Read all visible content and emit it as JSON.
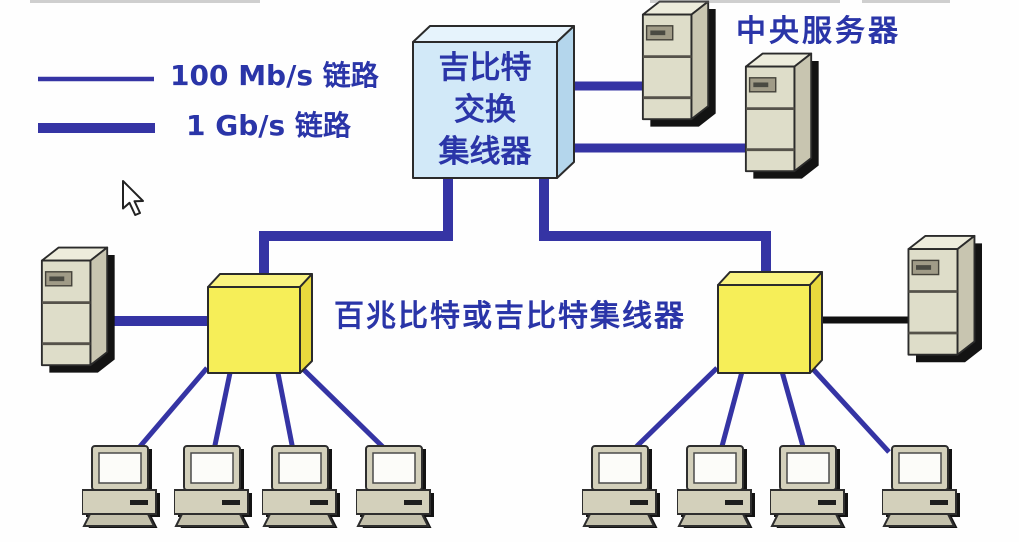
{
  "diagram": {
    "title_meaning": "Gigabit Ethernet campus topology",
    "legend": {
      "items": [
        {
          "label": "100 Mb/s 链路",
          "line_style": "thin"
        },
        {
          "label": "1 Gb/s 链路",
          "line_style": "thick"
        }
      ]
    },
    "nodes": {
      "gigabit_switch_hub": {
        "label_lines": [
          "吉比特",
          "交换",
          "集线器"
        ],
        "shape": "light-blue-3d-box"
      },
      "central_servers": {
        "label": "中央服务器",
        "count": 2
      },
      "regional_hubs": {
        "label": "百兆比特或吉比特集线器",
        "count": 2,
        "shape": "yellow-3d-box"
      },
      "edge_servers": {
        "count": 2
      },
      "workstations": {
        "count": 8,
        "per_hub": 4
      }
    },
    "links": [
      {
        "from": "gigabit-switch-hub",
        "to": "central-server-1",
        "type": "1 Gb/s"
      },
      {
        "from": "gigabit-switch-hub",
        "to": "central-server-2",
        "type": "1 Gb/s"
      },
      {
        "from": "gigabit-switch-hub",
        "to": "left-hub",
        "type": "1 Gb/s"
      },
      {
        "from": "gigabit-switch-hub",
        "to": "right-hub",
        "type": "1 Gb/s"
      },
      {
        "from": "left-server",
        "to": "left-hub",
        "type": "1 Gb/s"
      },
      {
        "from": "right-hub",
        "to": "right-server",
        "type": "black"
      },
      {
        "from": "left-hub",
        "to": "workstations 1-4",
        "type": "100 Mb/s"
      },
      {
        "from": "right-hub",
        "to": "workstations 5-8",
        "type": "100 Mb/s"
      }
    ],
    "colors": {
      "link_blue": "#3534a4",
      "link_black": "#101010",
      "text_blue": "#2a35a8",
      "hub_front": "#d2e9f8",
      "hub_top": "#e6f3fc",
      "hub_side": "#b4d6ec",
      "box_front": "#f6ee58",
      "box_top": "#faf380",
      "box_side": "#e9da3d",
      "server_front": "#deddc9",
      "server_top": "#edecdc",
      "server_side": "#c8c5b0",
      "pc_body": "#d3d0bb",
      "pc_base": "#c4c1ac"
    }
  }
}
